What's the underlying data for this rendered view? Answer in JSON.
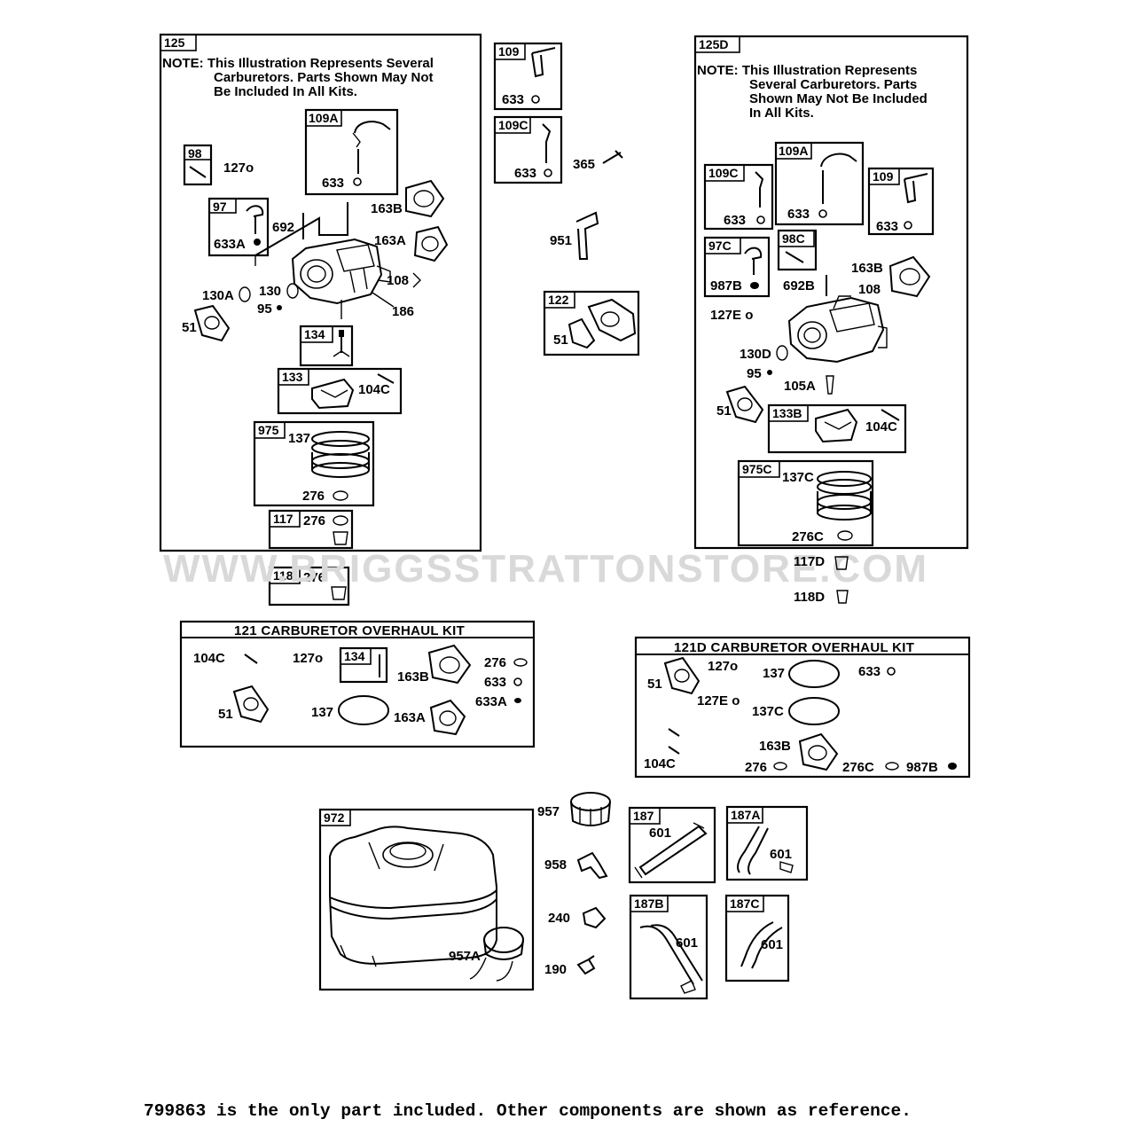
{
  "watermark": "WWW.BRIGGSSTRATTONSTORE.COM",
  "footer": "799863 is the only part included. Other components are shown as reference.",
  "kit125": {
    "tag": "125",
    "note": [
      "NOTE: This Illustration Represents Several",
      "Carburetors. Parts Shown May Not",
      "Be Included In All Kits."
    ],
    "b109A": "109A",
    "p633a": "633",
    "b98": "98",
    "p127o": "127o",
    "b97": "97",
    "p633A": "633A",
    "p692": "692",
    "p163B": "163B",
    "p163A": "163A",
    "p108": "108",
    "p130A": "130A",
    "p130": "130",
    "p95": "95",
    "p186": "186",
    "p51": "51",
    "b134": "134",
    "b133": "133",
    "p104C": "104C",
    "b975": "975",
    "p137": "137",
    "p276": "276",
    "b117": "117",
    "p276b": "276",
    "b118": "118",
    "p276c": "276"
  },
  "mid": {
    "b109": "109",
    "p633": "633",
    "b109C": "109C",
    "p633b": "633",
    "p365": "365",
    "p951": "951",
    "b122": "122",
    "p51": "51"
  },
  "kit125D": {
    "tag": "125D",
    "note": [
      "NOTE: This Illustration Represents",
      "Several Carburetors. Parts",
      "Shown May Not Be Included",
      "In All Kits."
    ],
    "b109C": "109C",
    "p633a": "633",
    "b109A": "109A",
    "p633b": "633",
    "b109": "109",
    "p633c": "633",
    "b97C": "97C",
    "p987B": "987B",
    "b98C": "98C",
    "p692B": "692B",
    "p163B": "163B",
    "p108": "108",
    "p127E": "127E o",
    "p130D": "130D",
    "p95": "95",
    "p105A": "105A",
    "p51": "51",
    "b133B": "133B",
    "p104C": "104C",
    "b975C": "975C",
    "p137C": "137C",
    "p276C": "276C",
    "p117D": "117D",
    "p118D": "118D"
  },
  "kit121": {
    "title": "121 CARBURETOR OVERHAUL KIT",
    "p104C": "104C",
    "p127o": "127o",
    "b134": "134",
    "p163B": "163B",
    "p276": "276",
    "p633": "633",
    "p633A": "633A",
    "p51": "51",
    "p137": "137",
    "p163A": "163A"
  },
  "kit121D": {
    "title": "121D CARBURETOR OVERHAUL KIT",
    "p51": "51",
    "p127o": "127o",
    "p137": "137",
    "p633": "633",
    "p127E": "127E o",
    "p137C": "137C",
    "p163B": "163B",
    "p104C": "104C",
    "p276": "276",
    "p276C": "276C",
    "p987B": "987B"
  },
  "tank": {
    "b972": "972",
    "p957": "957",
    "p957A": "957A",
    "p958": "958",
    "p240": "240",
    "p190": "190"
  },
  "hoses": {
    "b187": "187",
    "p601a": "601",
    "b187A": "187A",
    "p601b": "601",
    "b187B": "187B",
    "p601c": "601",
    "b187C": "187C",
    "p601d": "601"
  }
}
